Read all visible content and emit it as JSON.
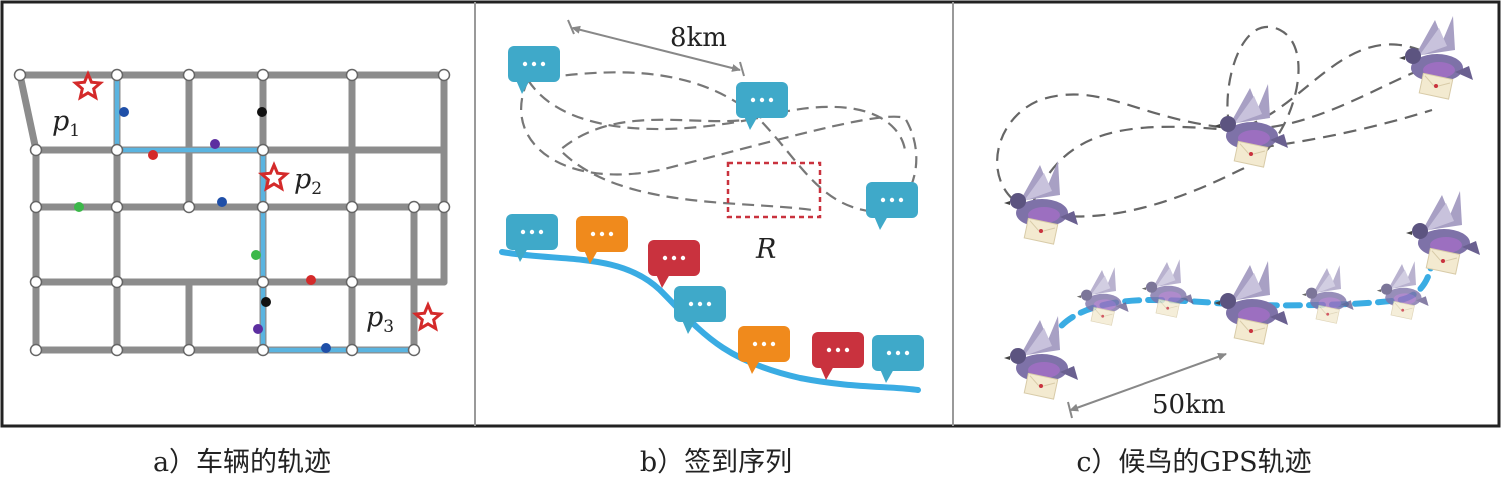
{
  "captions": {
    "a": "a）车辆的轨迹",
    "b": "b）签到序列",
    "c": "c）候鸟的GPS轨迹"
  },
  "panel_a": {
    "labels": [
      "p",
      "p",
      "p"
    ],
    "subscripts": [
      "1",
      "2",
      "3"
    ],
    "colors": {
      "road": "#8c8c8c",
      "route": "#5ab4e0",
      "star": "#d42a2a"
    }
  },
  "panel_b": {
    "distance_label": "8km",
    "region_label": "R",
    "colors": {
      "blue": "#3fa9c9",
      "orange": "#f08a1c",
      "red": "#c9323e",
      "curve": "#3aace3",
      "region": "#c9323e"
    }
  },
  "panel_c": {
    "distance_label": "50km",
    "colors": {
      "bird": "#7e72a8",
      "path": "#3aace3"
    }
  }
}
